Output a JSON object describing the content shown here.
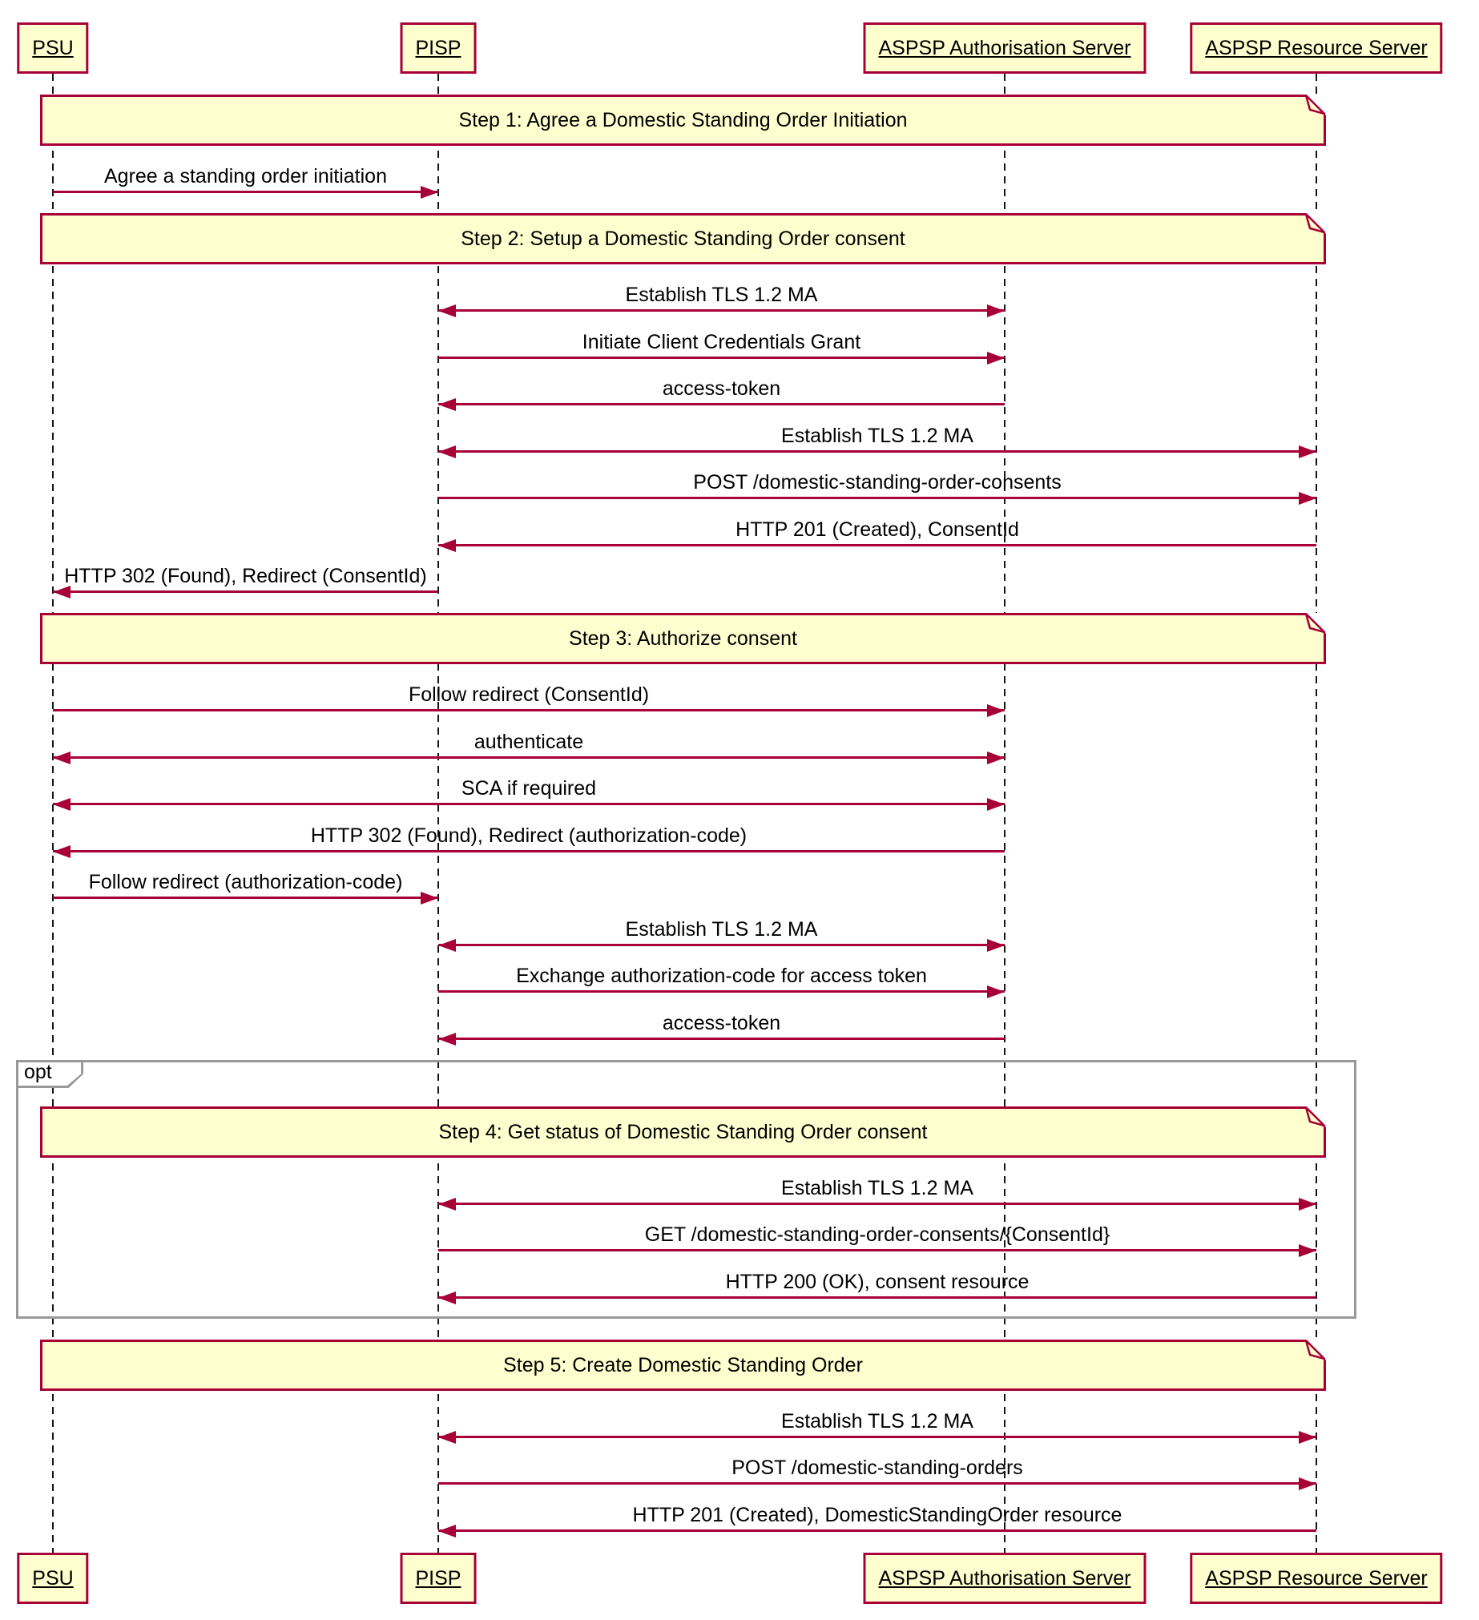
{
  "diagram": {
    "colors": {
      "fill": "#FEFECE",
      "border": "#A80036",
      "frame": "#999999",
      "text": "#000000"
    },
    "opt_label": "opt",
    "participants": [
      {
        "id": "psu",
        "name": "PSU"
      },
      {
        "id": "pisp",
        "name": "PISP"
      },
      {
        "id": "auth",
        "name": "ASPSP Authorisation Server"
      },
      {
        "id": "res",
        "name": "ASPSP Resource Server"
      }
    ],
    "sequence": [
      {
        "type": "note",
        "label": "Step 1: Agree a Domestic Standing Order Initiation"
      },
      {
        "type": "message",
        "from": "psu",
        "to": "pisp",
        "label": "Agree a standing order initiation"
      },
      {
        "type": "note",
        "label": "Step 2: Setup a Domestic Standing Order consent"
      },
      {
        "type": "message",
        "from": "pisp",
        "to": "auth",
        "both": true,
        "label": "Establish TLS 1.2 MA"
      },
      {
        "type": "message",
        "from": "pisp",
        "to": "auth",
        "label": "Initiate Client Credentials Grant"
      },
      {
        "type": "message",
        "from": "auth",
        "to": "pisp",
        "label": "access-token"
      },
      {
        "type": "message",
        "from": "pisp",
        "to": "res",
        "both": true,
        "label": "Establish TLS 1.2 MA"
      },
      {
        "type": "message",
        "from": "pisp",
        "to": "res",
        "label": "POST /domestic-standing-order-consents"
      },
      {
        "type": "message",
        "from": "res",
        "to": "pisp",
        "label": "HTTP 201 (Created), ConsentId"
      },
      {
        "type": "message",
        "from": "pisp",
        "to": "psu",
        "label": "HTTP 302 (Found), Redirect (ConsentId)"
      },
      {
        "type": "note",
        "label": "Step 3: Authorize consent"
      },
      {
        "type": "message",
        "from": "psu",
        "to": "auth",
        "label": "Follow redirect (ConsentId)"
      },
      {
        "type": "message",
        "from": "psu",
        "to": "auth",
        "both": true,
        "label": "authenticate"
      },
      {
        "type": "message",
        "from": "psu",
        "to": "auth",
        "both": true,
        "label": "SCA if required"
      },
      {
        "type": "message",
        "from": "auth",
        "to": "psu",
        "label": "HTTP 302 (Found), Redirect (authorization-code)"
      },
      {
        "type": "message",
        "from": "psu",
        "to": "pisp",
        "label": "Follow redirect (authorization-code)"
      },
      {
        "type": "message",
        "from": "pisp",
        "to": "auth",
        "both": true,
        "label": "Establish TLS 1.2 MA"
      },
      {
        "type": "message",
        "from": "pisp",
        "to": "auth",
        "label": "Exchange authorization-code for access token"
      },
      {
        "type": "message",
        "from": "auth",
        "to": "pisp",
        "label": "access-token"
      },
      {
        "type": "opt_start"
      },
      {
        "type": "note",
        "label": "Step 4: Get status of Domestic Standing Order consent"
      },
      {
        "type": "message",
        "from": "pisp",
        "to": "res",
        "both": true,
        "label": "Establish TLS 1.2 MA"
      },
      {
        "type": "message",
        "from": "pisp",
        "to": "res",
        "label": "GET /domestic-standing-order-consents/{ConsentId}"
      },
      {
        "type": "message",
        "from": "res",
        "to": "pisp",
        "label": "HTTP 200 (OK), consent resource"
      },
      {
        "type": "opt_end"
      },
      {
        "type": "note",
        "label": "Step 5: Create Domestic Standing Order"
      },
      {
        "type": "message",
        "from": "pisp",
        "to": "res",
        "both": true,
        "label": "Establish TLS 1.2 MA"
      },
      {
        "type": "message",
        "from": "pisp",
        "to": "res",
        "label": "POST /domestic-standing-orders"
      },
      {
        "type": "message",
        "from": "res",
        "to": "pisp",
        "label": "HTTP 201 (Created), DomesticStandingOrder resource"
      }
    ]
  }
}
